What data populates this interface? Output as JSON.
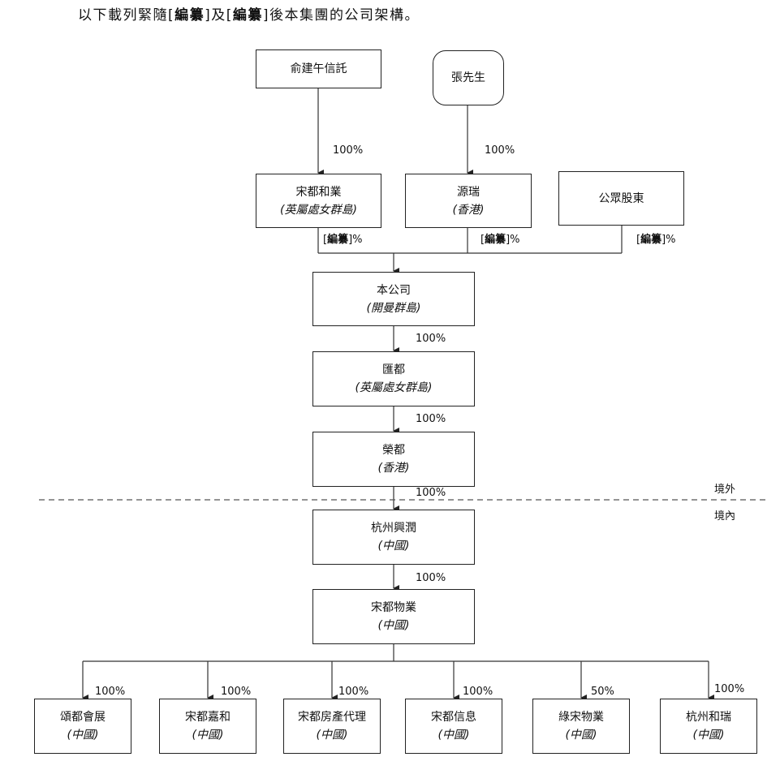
{
  "intro": {
    "prefix": "以下載列緊隨[",
    "redact1": "編纂",
    "mid": "]及[",
    "redact2": "編纂",
    "suffix": "]後本集團的公司架構。"
  },
  "boxes": {
    "trust": {
      "name": "俞建午信託"
    },
    "zhang": {
      "name": "張先生"
    },
    "songdu_heye": {
      "name": "宋都和業",
      "place": "(英屬處女群島)"
    },
    "yuanrui": {
      "name": "源瑞",
      "place": "(香港)"
    },
    "public": {
      "name": "公眾股東"
    },
    "company": {
      "name": "本公司",
      "place": "(開曼群島)"
    },
    "huidu": {
      "name": "匯都",
      "place": "(英屬處女群島)"
    },
    "rongdu": {
      "name": "榮都",
      "place": "(香港)"
    },
    "xingrun": {
      "name": "杭州興潤",
      "place": "(中國)"
    },
    "wuye": {
      "name": "宋都物業",
      "place": "(中國)"
    },
    "subs": [
      {
        "name": "頌都會展",
        "place": "(中國)",
        "pct": "100%"
      },
      {
        "name": "宋都嘉和",
        "place": "(中國)",
        "pct": "100%"
      },
      {
        "name": "宋都房產代理",
        "place": "(中國)",
        "pct": "100%"
      },
      {
        "name": "宋都信息",
        "place": "(中國)",
        "pct": "100%"
      },
      {
        "name": "綠宋物業",
        "place": "(中國)",
        "pct": "50%"
      },
      {
        "name": "杭州和瑞",
        "place": "(中國)",
        "pct": "100%"
      }
    ]
  },
  "pct": {
    "trust_to_heye": "100%",
    "zhang_to_yuanrui": "100%",
    "redacted_open": "[",
    "redacted_word": "編纂",
    "redacted_close": "]%",
    "company_to_huidu": "100%",
    "huidu_to_rongdu": "100%",
    "rongdu_to_xingrun": "100%",
    "xingrun_to_wuye": "100%"
  },
  "regions": {
    "offshore": "境外",
    "onshore": "境內"
  }
}
